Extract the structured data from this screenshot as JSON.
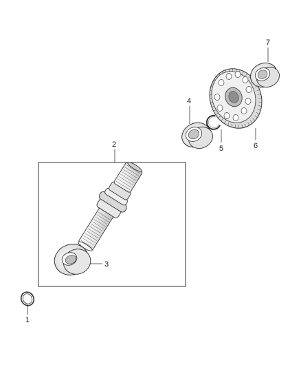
{
  "diagram": {
    "callouts": [
      "1",
      "2",
      "3",
      "4",
      "5",
      "6",
      "7"
    ]
  },
  "colors": {
    "line": "#333333",
    "part_fill": "#f2f2f2",
    "part_shade": "#cfcfcf",
    "background": "#ffffff"
  }
}
